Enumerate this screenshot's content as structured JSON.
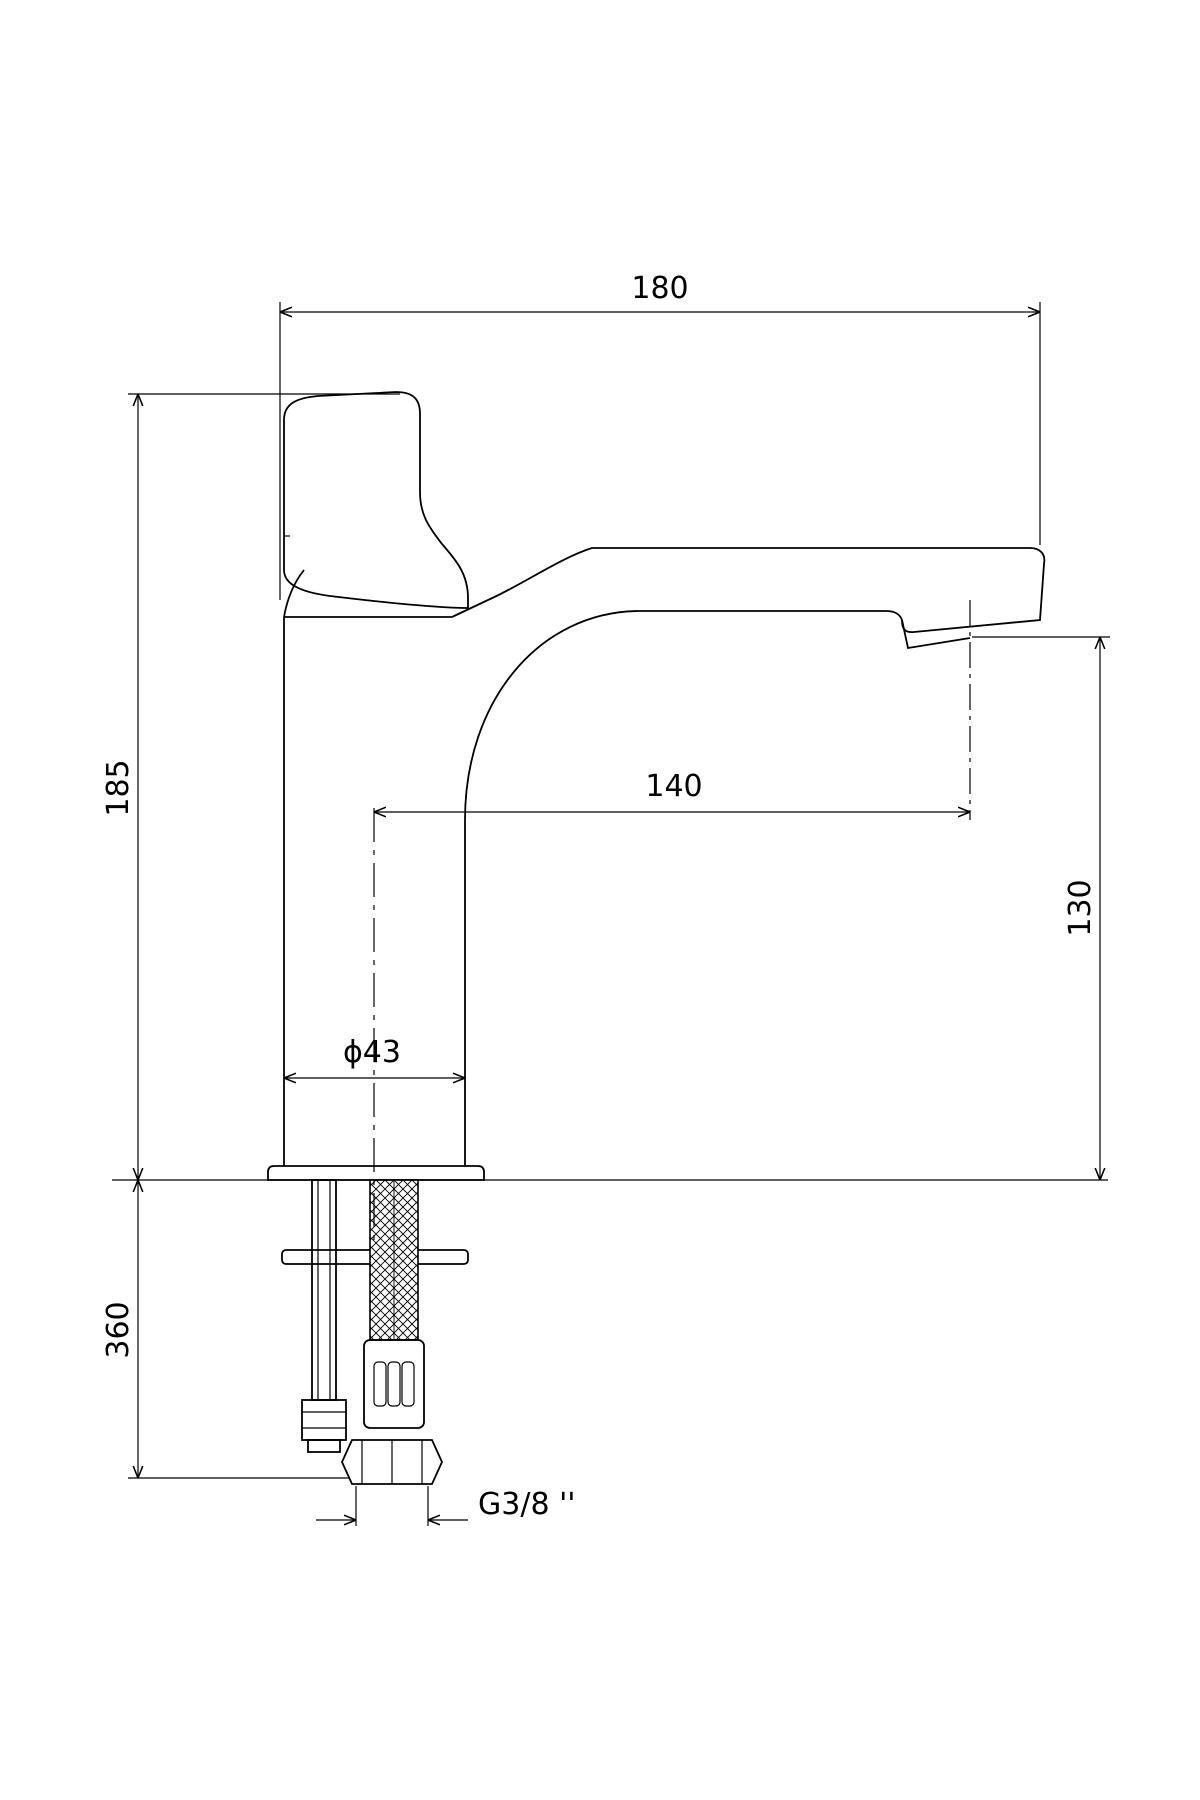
{
  "dimensions": {
    "overall_length": "180",
    "overall_height": "185",
    "spout_reach": "140",
    "spout_height": "130",
    "body_diameter": "ϕ43",
    "hose_length": "360",
    "connection_thread": "G3/8 ''"
  }
}
